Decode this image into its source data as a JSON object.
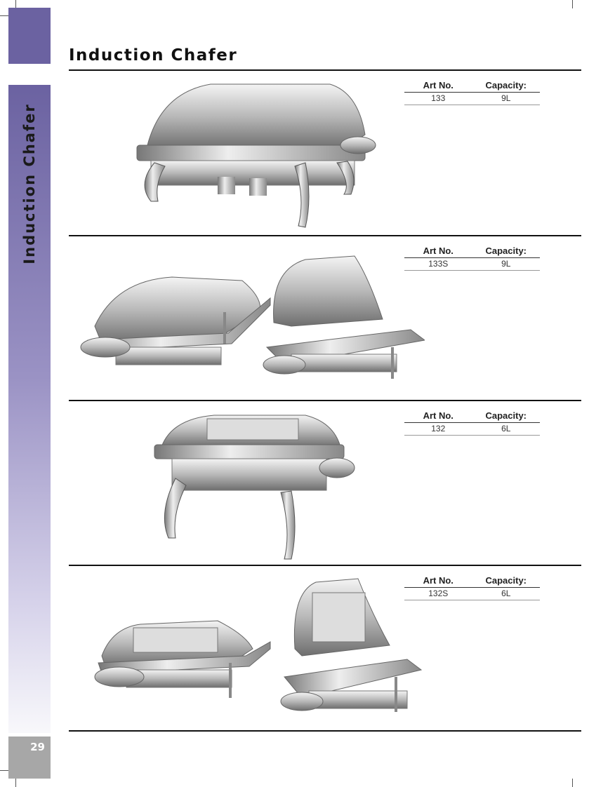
{
  "header": {
    "title": "Induction Chafer"
  },
  "sidebar": {
    "title": "Induction Chafer"
  },
  "page_number": "29",
  "spec_headers": {
    "art_no": "Art No.",
    "capacity": "Capacity:"
  },
  "products": [
    {
      "art_no": "133",
      "capacity": "9L"
    },
    {
      "art_no": "133S",
      "capacity": "9L"
    },
    {
      "art_no": "132",
      "capacity": "6L"
    },
    {
      "art_no": "132S",
      "capacity": "6L"
    }
  ]
}
